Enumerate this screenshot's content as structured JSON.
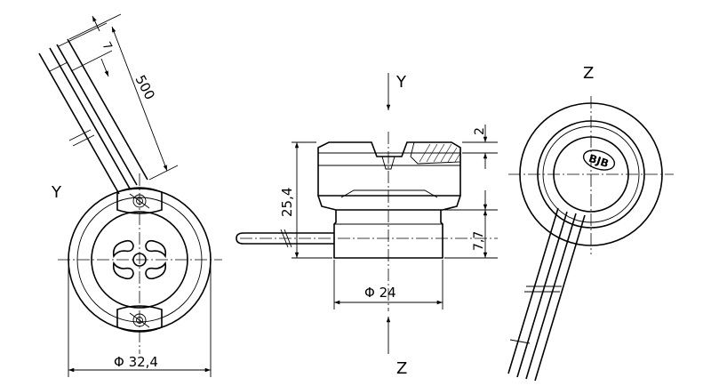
{
  "labels": {
    "top_view_y": "Y",
    "side_view_y": "Y",
    "side_view_z": "Z",
    "right_view_z": "Z",
    "logo": "BJB"
  },
  "dimensions": {
    "wire_strip": "7",
    "wire_length": "500",
    "base_diameter": "Φ 32,4",
    "body_diameter": "Φ 24",
    "height_total": "25,4",
    "height_lower": "7,7",
    "top_offset": "2"
  }
}
